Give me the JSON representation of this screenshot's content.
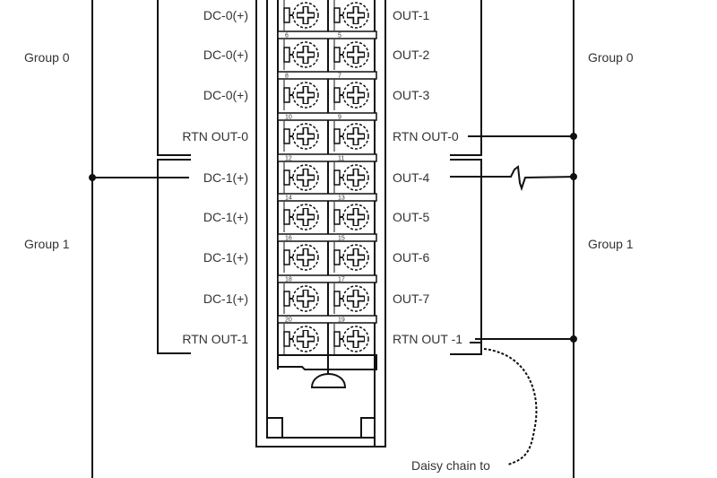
{
  "groups": {
    "left_group0": "Group 0",
    "left_group1": "Group 1",
    "right_group0": "Group 0",
    "right_group1": "Group 1"
  },
  "rows": [
    {
      "left": "DC-0(+)",
      "right": "OUT-1"
    },
    {
      "left": "DC-0(+)",
      "right": "OUT-2",
      "left_num": "6",
      "right_num": "5"
    },
    {
      "left": "DC-0(+)",
      "right": "OUT-3",
      "left_num": "8",
      "right_num": "7"
    },
    {
      "left": "RTN OUT-0",
      "right": "RTN OUT-0",
      "left_num": "10",
      "right_num": "9"
    },
    {
      "left": "DC-1(+)",
      "right": "OUT-4",
      "left_num": "12",
      "right_num": "11"
    },
    {
      "left": "DC-1(+)",
      "right": "OUT-5",
      "left_num": "14",
      "right_num": "13"
    },
    {
      "left": "DC-1(+)",
      "right": "OUT-6",
      "left_num": "16",
      "right_num": "15"
    },
    {
      "left": "DC-1(+)",
      "right": "OUT-7",
      "left_num": "18",
      "right_num": "17"
    },
    {
      "left": "RTN OUT-1",
      "right": "RTN OUT -1",
      "left_num": "20",
      "right_num": "19"
    }
  ],
  "note": "Daisy chain to",
  "colors": {
    "line": "#111111",
    "text": "#333333"
  }
}
